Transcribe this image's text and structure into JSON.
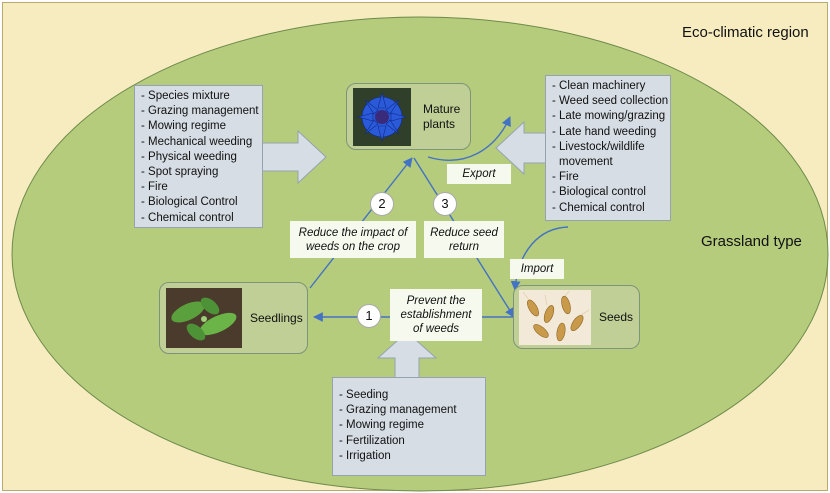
{
  "region_label": "Eco-climatic region",
  "grassland_label": "Grassland type",
  "nodes": {
    "mature": "Mature\nplants",
    "seedlings": "Seedlings",
    "seeds": "Seeds"
  },
  "numbers": [
    "1",
    "2",
    "3"
  ],
  "captions": {
    "prevent": "Prevent the\nestablishment\nof weeds",
    "reduce_impact": "Reduce the impact of\nweeds on the crop",
    "reduce_seed": "Reduce seed\nreturn",
    "export": "Export",
    "import": "Import"
  },
  "lists": {
    "left": [
      "- Species mixture",
      "- Grazing management",
      "- Mowing regime",
      "- Mechanical weeding",
      "- Physical weeding",
      "- Spot spraying",
      "- Fire",
      "- Biological Control",
      "- Chemical control"
    ],
    "right": [
      "- Clean machinery",
      "- Weed seed collection",
      "- Late mowing/grazing",
      "- Late hand weeding",
      "- Livestock/wildlife",
      "  movement",
      "- Fire",
      "- Biological control",
      "- Chemical control"
    ],
    "bottom": [
      "- Seeding",
      "- Grazing management",
      "- Mowing regime",
      "- Fertilization",
      "- Irrigation"
    ]
  },
  "colors": {
    "background": "#f7ecc0",
    "grassland": "#b5cc7c",
    "node": "#bfcf96",
    "list_box": "#d6dde4",
    "arrow": "#4472c4"
  },
  "icons": {
    "mature": "cornflower-image",
    "seedlings": "seedling-image",
    "seeds": "seeds-image"
  }
}
